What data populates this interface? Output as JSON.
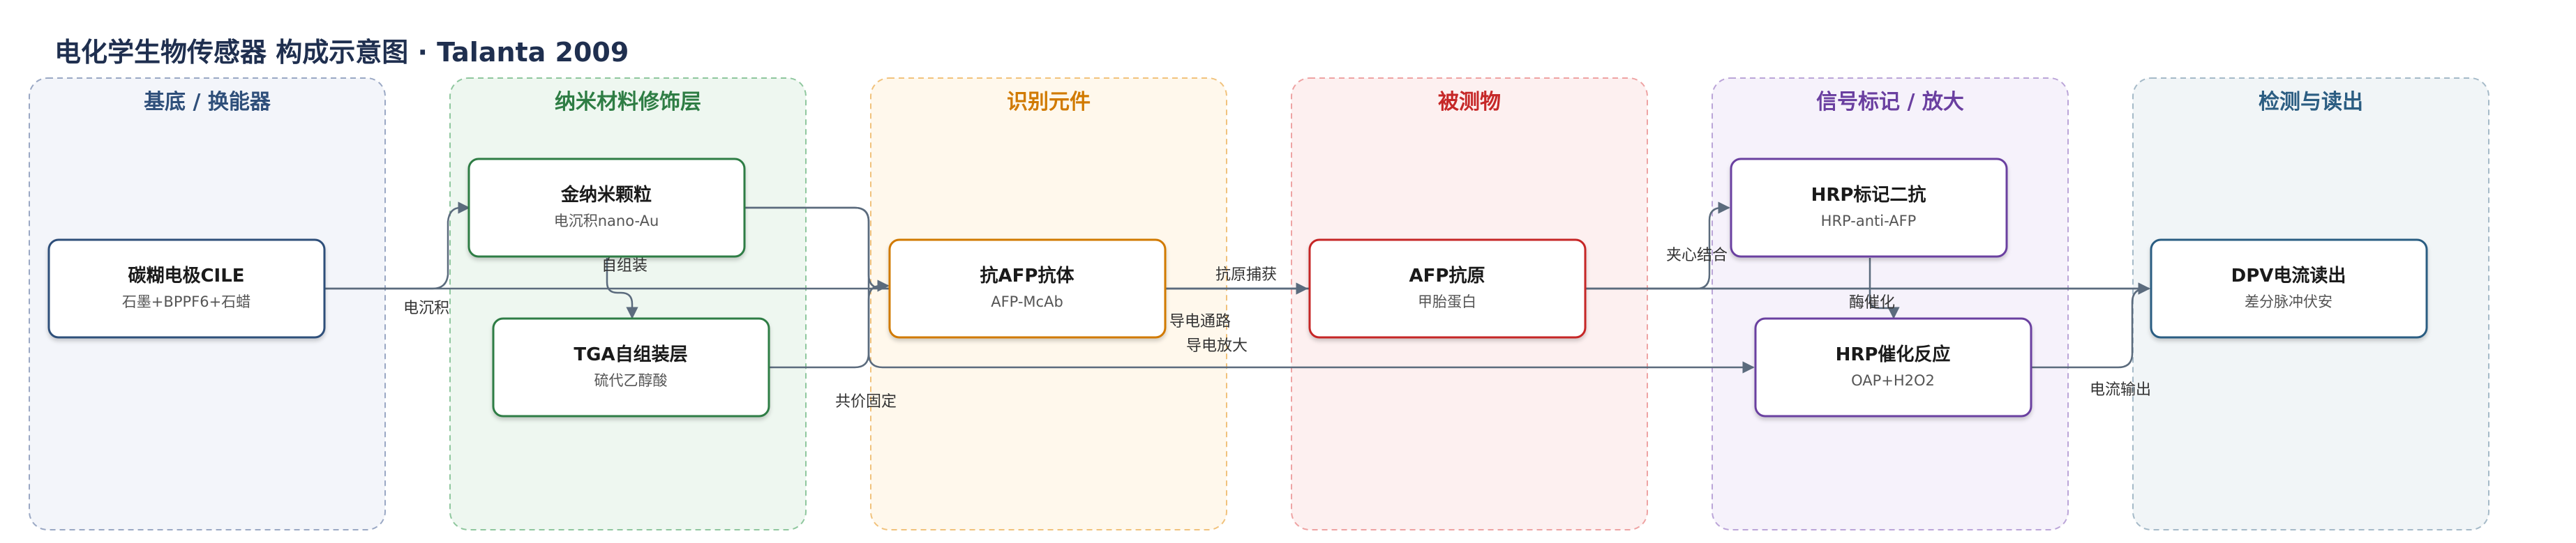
{
  "title": "电化学生物传感器 构成示意图 · Talanta 2009",
  "lanes": {
    "substrate": {
      "title": "基底 / 换能器",
      "color": "#2f4f7a",
      "fill": "#f3f5fa",
      "stroke": "#9aa8c4"
    },
    "nano": {
      "title": "纳米材料修饰层",
      "color": "#2e7d44",
      "fill": "#eef7f0",
      "stroke": "#8fc79e"
    },
    "recognition": {
      "title": "识别元件",
      "color": "#d17a00",
      "fill": "#fff8ec",
      "stroke": "#f1c27c"
    },
    "analyte": {
      "title": "被测物",
      "color": "#c62828",
      "fill": "#fdf0f0",
      "stroke": "#eea3a3"
    },
    "signal": {
      "title": "信号标记 / 放大",
      "color": "#6a3fa0",
      "fill": "#f6f2fb",
      "stroke": "#bba5d8"
    },
    "detection": {
      "title": "检测与读出",
      "color": "#2b5d82",
      "fill": "#f1f5f7",
      "stroke": "#a5bac8"
    }
  },
  "nodes": {
    "cile": {
      "title": "碳糊电极CILE",
      "sub": "石墨+BPPF6+石蜡",
      "stroke": "#2f4f7a"
    },
    "aunp": {
      "title": "金纳米颗粒",
      "sub": "电沉积nano-Au",
      "stroke": "#2e7d44"
    },
    "tga": {
      "title": "TGA自组装层",
      "sub": "硫代乙醇酸",
      "stroke": "#2e7d44"
    },
    "antibody": {
      "title": "抗AFP抗体",
      "sub": "AFP-McAb",
      "stroke": "#d17a00"
    },
    "afp": {
      "title": "AFP抗原",
      "sub": "甲胎蛋白",
      "stroke": "#c62828"
    },
    "hrp_ab": {
      "title": "HRP标记二抗",
      "sub": "HRP-anti-AFP",
      "stroke": "#6a3fa0"
    },
    "hrp_rxn": {
      "title": "HRP催化反应",
      "sub": "OAP+H2O2",
      "stroke": "#6a3fa0"
    },
    "dpv": {
      "title": "DPV电流读出",
      "sub": "差分脉冲伏安",
      "stroke": "#2b5d82"
    }
  },
  "edge_labels": {
    "electrodeposit": "电沉积",
    "self_assembly": "自组装",
    "covalent": "共价固定",
    "antigen_capture": "抗原捕获",
    "conduct_path": "导电通路",
    "conduct_amplify": "导电放大",
    "sandwich": "夹心结合",
    "enzyme_catalysis": "酶催化",
    "current_output": "电流输出"
  }
}
